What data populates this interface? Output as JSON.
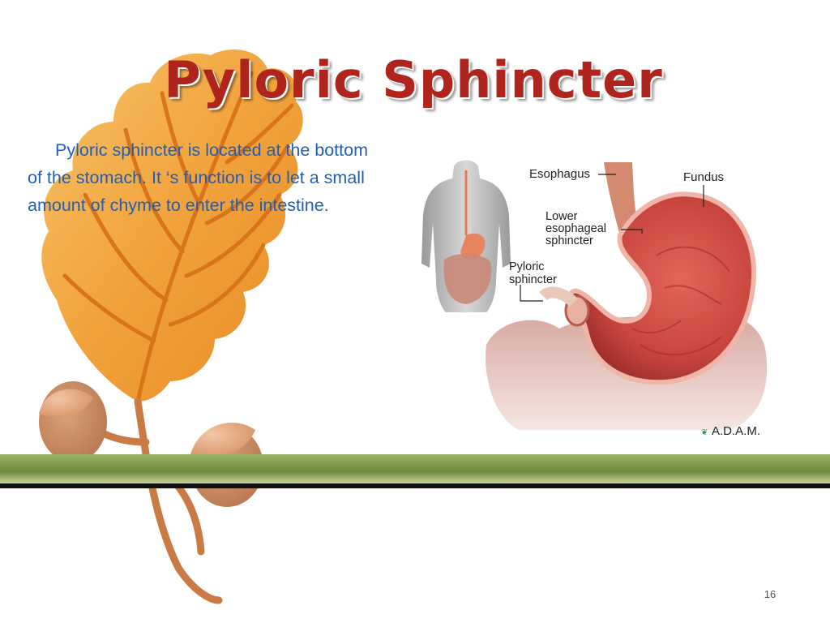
{
  "slide": {
    "title": "Pyloric Sphincter",
    "body": "Pyloric sphincter is located at the bottom of the stomach. It ‘s function is to let a small amount of chyme to enter the intestine.",
    "page_number": "16"
  },
  "diagram": {
    "labels": {
      "esophagus": "Esophagus",
      "fundus": "Fundus",
      "lower_esophageal_sphincter_line1": "Lower",
      "lower_esophageal_sphincter_line2": "esophageal",
      "lower_esophageal_sphincter_line3": "sphincter",
      "pyloric_sphincter_line1": "Pyloric",
      "pyloric_sphincter_line2": "sphincter"
    },
    "credit": "A.D.A.M."
  },
  "colors": {
    "title": "#b0241e",
    "body_text": "#1f5fb8",
    "leaf": "#f2a23a",
    "acorn": "#d99a73",
    "grass": "#7f9a4b",
    "stomach": "#c8453d"
  }
}
